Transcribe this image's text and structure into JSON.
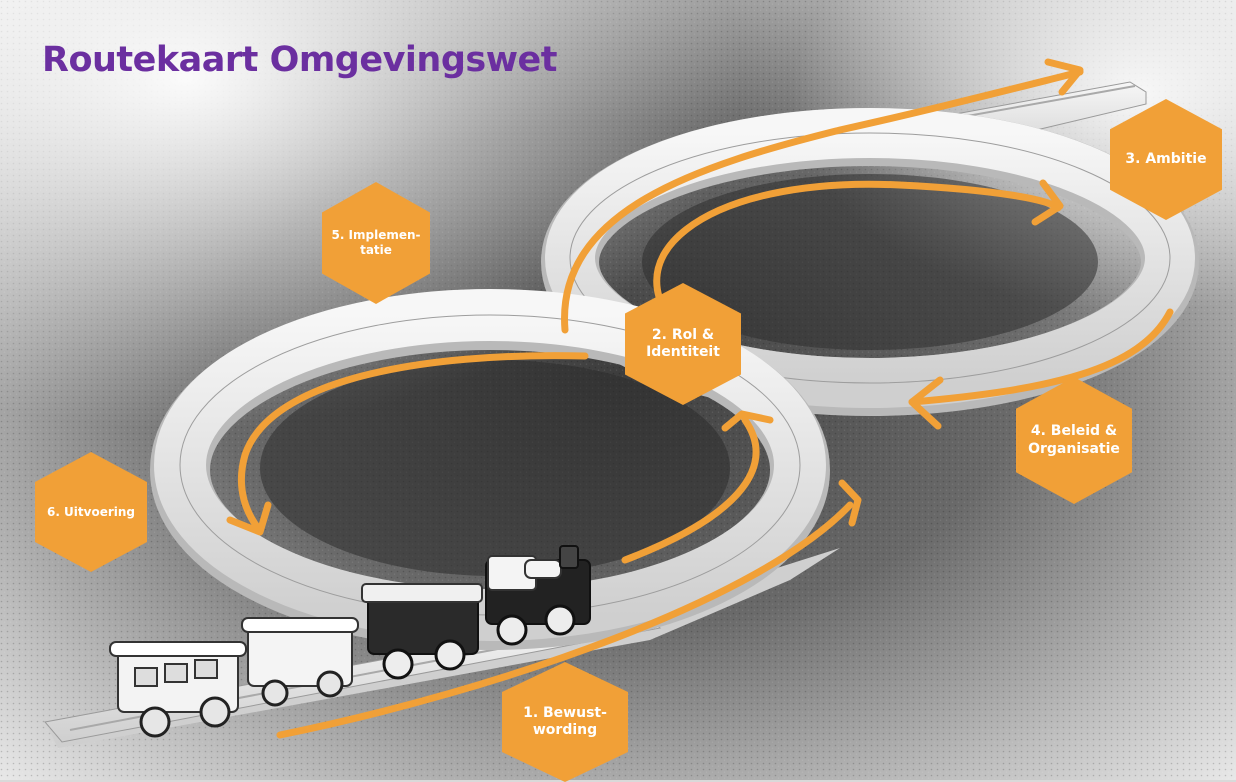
{
  "title": "Routekaart Omgevingswet",
  "colors": {
    "title": "#6b2fa0",
    "accent": "#f1a037",
    "hex_text": "#ffffff"
  },
  "steps": [
    {
      "label": "1. Bewust-\nwording"
    },
    {
      "label": "2. Rol &\nIdentiteit"
    },
    {
      "label": "3. Ambitie"
    },
    {
      "label": "4. Beleid &\nOrganisatie"
    },
    {
      "label": "5. Implemen-\ntatie"
    },
    {
      "label": "6. Uitvoering"
    }
  ]
}
